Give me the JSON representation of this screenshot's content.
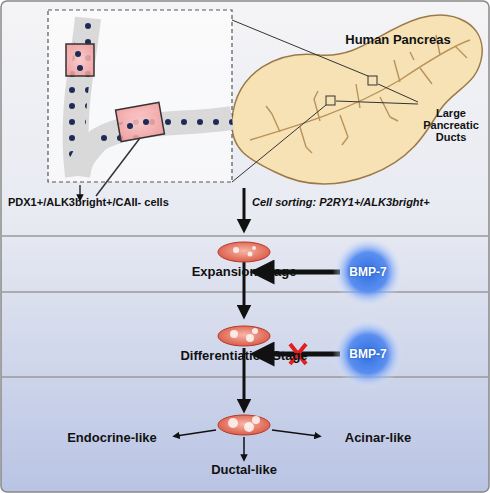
{
  "diagram": {
    "nodes": [
      {
        "text": [
          "BMP-7"
        ]
      },
      {
        "text": [
          "BMP-7"
        ]
      }
    ],
    "labels": [
      "Human Pancreas",
      "Large Pancreatic Ducts",
      "PDX1+/ALK3bright+/CAII- cells",
      "Cell sorting: P2RY1+/ALK3bright+",
      "Expansion Stage",
      "Differentiation Stage",
      "Endocrine-like",
      "Acinar-like",
      "Ductal-like"
    ]
  }
}
